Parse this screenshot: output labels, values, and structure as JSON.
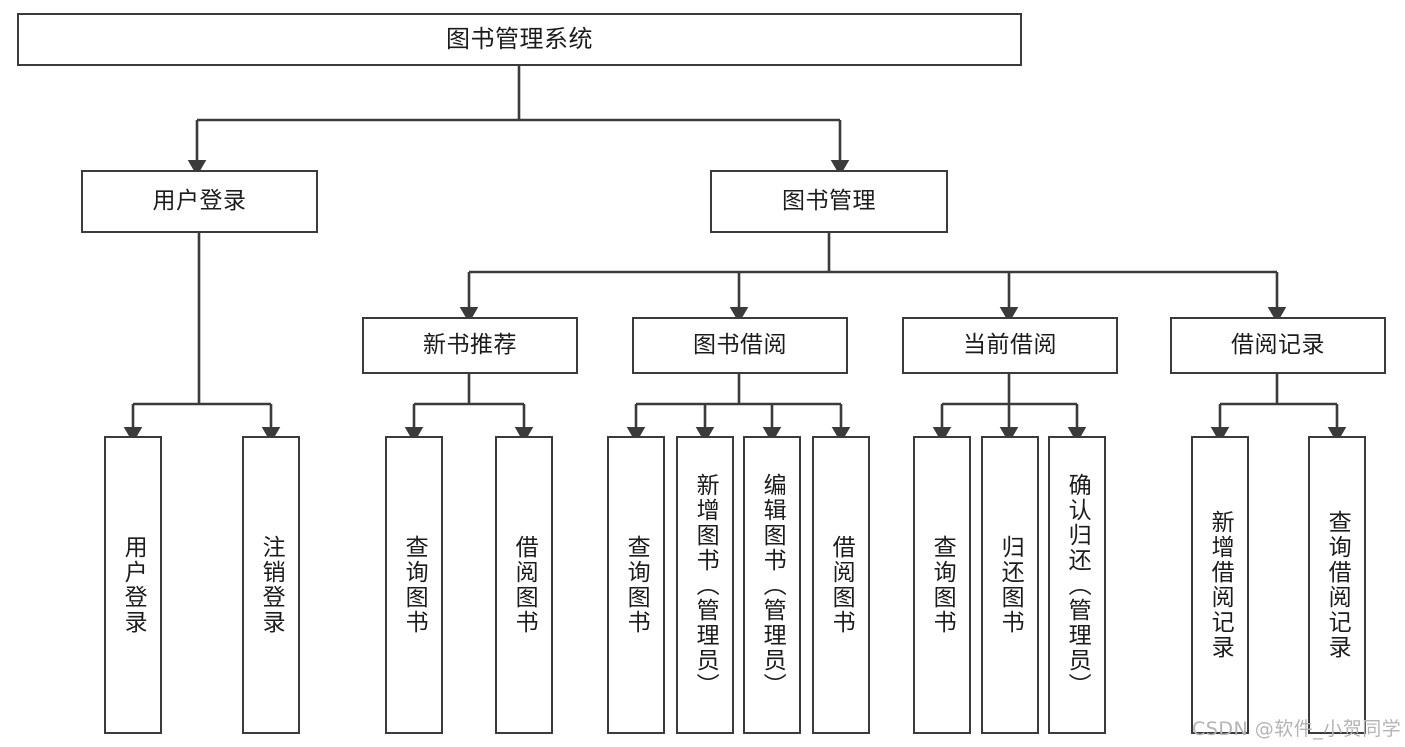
{
  "diagram": {
    "type": "tree-hierarchy",
    "title": "图书管理系统",
    "orientation": "top-down",
    "colors": {
      "background": "#ffffff",
      "node_border": "#3b3b3b",
      "node_fill": "#ffffff",
      "text": "#1c1c1c",
      "edge": "#3b3b3b",
      "watermark": "#b4b4b4"
    },
    "watermark": "CSDN @软件_小贺同学"
  },
  "nodes": {
    "root": {
      "label": "图书管理系统",
      "level": 0
    },
    "level1": [
      {
        "id": "user-login",
        "label": "用户登录"
      },
      {
        "id": "book-manage",
        "label": "图书管理"
      }
    ],
    "level2": [
      {
        "id": "new-book-recommend",
        "label": "新书推荐",
        "parent": "book-manage"
      },
      {
        "id": "book-borrow",
        "label": "图书借阅",
        "parent": "book-manage"
      },
      {
        "id": "current-borrow",
        "label": "当前借阅",
        "parent": "book-manage"
      },
      {
        "id": "borrow-record",
        "label": "借阅记录",
        "parent": "book-manage"
      }
    ],
    "leaves": [
      {
        "id": "leaf-user-login",
        "label": "用户登录",
        "parent": "user-login"
      },
      {
        "id": "leaf-logout",
        "label": "注销登录",
        "parent": "user-login"
      },
      {
        "id": "leaf-query-book-1",
        "label": "查询图书",
        "parent": "new-book-recommend"
      },
      {
        "id": "leaf-borrow-book-1",
        "label": "借阅图书",
        "parent": "new-book-recommend"
      },
      {
        "id": "leaf-query-book-2",
        "label": "查询图书",
        "parent": "book-borrow"
      },
      {
        "id": "leaf-add-book",
        "label": "新增图书（管理员）",
        "parent": "book-borrow"
      },
      {
        "id": "leaf-edit-book",
        "label": "编辑图书（管理员）",
        "parent": "book-borrow"
      },
      {
        "id": "leaf-borrow-book-2",
        "label": "借阅图书",
        "parent": "book-borrow"
      },
      {
        "id": "leaf-query-book-3",
        "label": "查询图书",
        "parent": "current-borrow"
      },
      {
        "id": "leaf-return-book",
        "label": "归还图书",
        "parent": "current-borrow"
      },
      {
        "id": "leaf-confirm-return",
        "label": "确认归还（管理员）",
        "parent": "current-borrow"
      },
      {
        "id": "leaf-add-record",
        "label": "新增借阅记录",
        "parent": "borrow-record"
      },
      {
        "id": "leaf-query-record",
        "label": "查询借阅记录",
        "parent": "borrow-record"
      }
    ]
  }
}
